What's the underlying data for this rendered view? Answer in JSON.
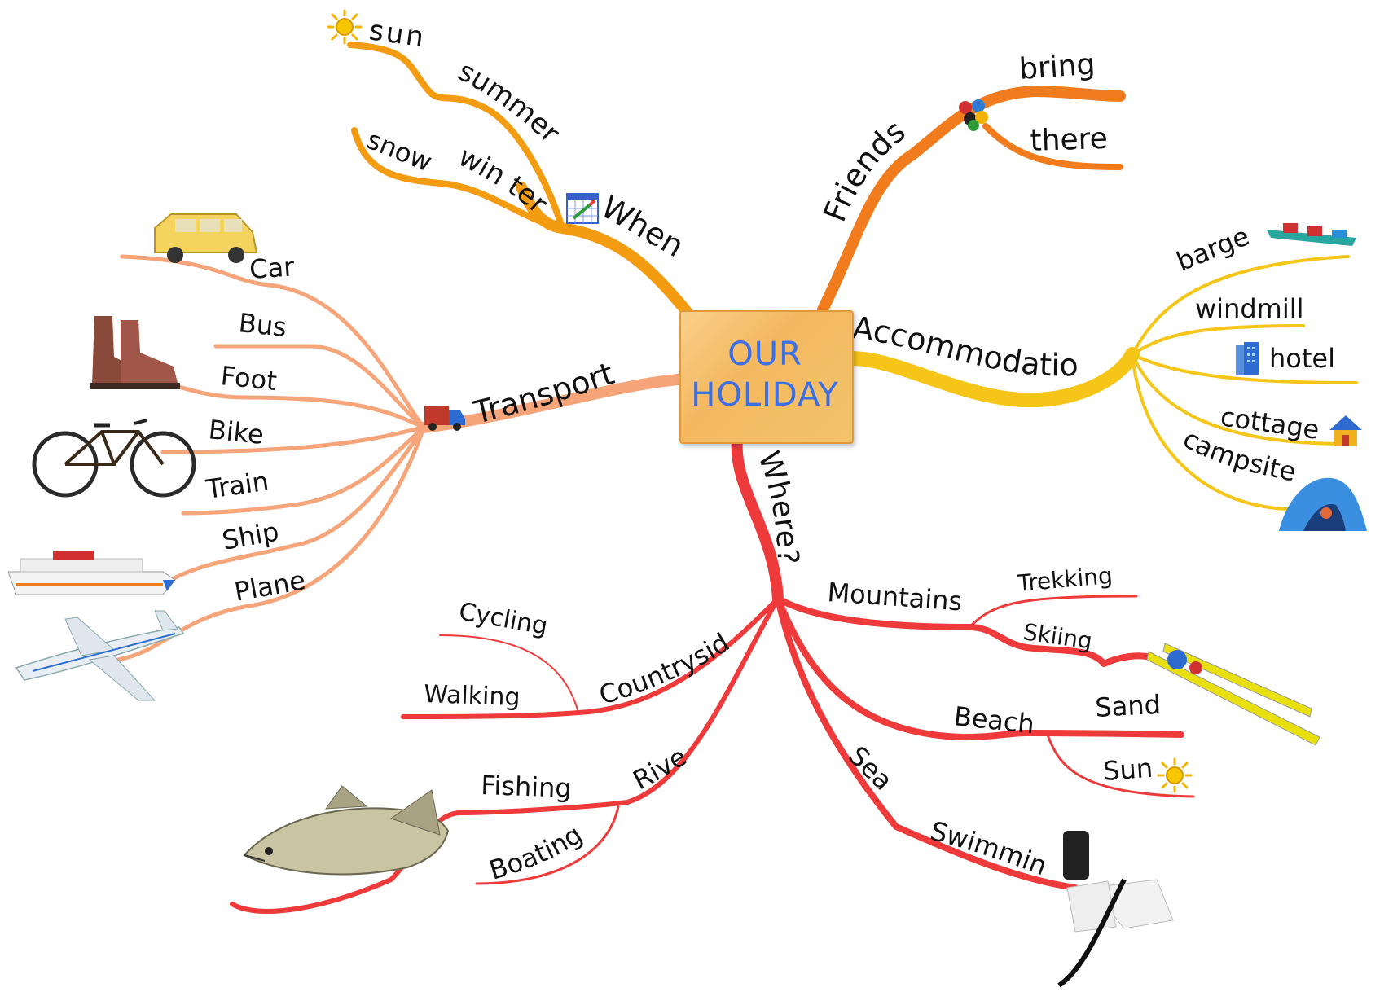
{
  "center": {
    "line1": "OUR",
    "line2": "HOLIDAY"
  },
  "colors": {
    "when": "#f39c12",
    "friends": "#f07c1e",
    "accommodation": "#f5c518",
    "transport": "#f6a57a",
    "where": "#ee3a3a",
    "center_fill": "#f4b860"
  },
  "when": {
    "label": "When",
    "icon": "calendar-icon",
    "items": {
      "summer": "summer",
      "sun": "sun",
      "winter": "win ter",
      "snow": "snow"
    },
    "sun_icon": "sun-icon"
  },
  "friends": {
    "label": "Friends",
    "icon": "group-icon",
    "items": {
      "bring": "bring",
      "there": "there"
    }
  },
  "accommodation": {
    "label": "Accommodation",
    "items": {
      "barge": "barge",
      "windmill": "windmill",
      "hotel": "hotel",
      "cottage": "cottage",
      "campsite": "campsite"
    },
    "icons": [
      "barge-icon",
      "hotel-icon",
      "cottage-icon",
      "tent-icon"
    ]
  },
  "transport": {
    "label": "Transport",
    "icon": "truck-icon",
    "items": {
      "car": "Car",
      "bus": "Bus",
      "foot": "Foot",
      "bike": "Bike",
      "train": "Train",
      "ship": "Ship",
      "plane": "Plane"
    },
    "icons": [
      "car-icon",
      "boots-icon",
      "bicycle-icon",
      "cruise-ship-icon",
      "airplane-icon"
    ]
  },
  "where": {
    "label": "Where?",
    "mountains": {
      "label": "Mountains",
      "trekking": "Trekking",
      "skiing": "Skiing"
    },
    "beach": {
      "label": "Beach",
      "sand": "Sand",
      "sun": "Sun"
    },
    "sea": {
      "label": "Sea",
      "swimming": "Swimming"
    },
    "countryside": {
      "label": "Countryside",
      "cycling": "Cycling",
      "walking": "Walking"
    },
    "river": {
      "label": "River",
      "fishing": "Fishing",
      "boating": "Boating"
    },
    "icons": [
      "skis-icon",
      "snorkel-gear-icon",
      "fish-icon",
      "sun-icon"
    ]
  }
}
